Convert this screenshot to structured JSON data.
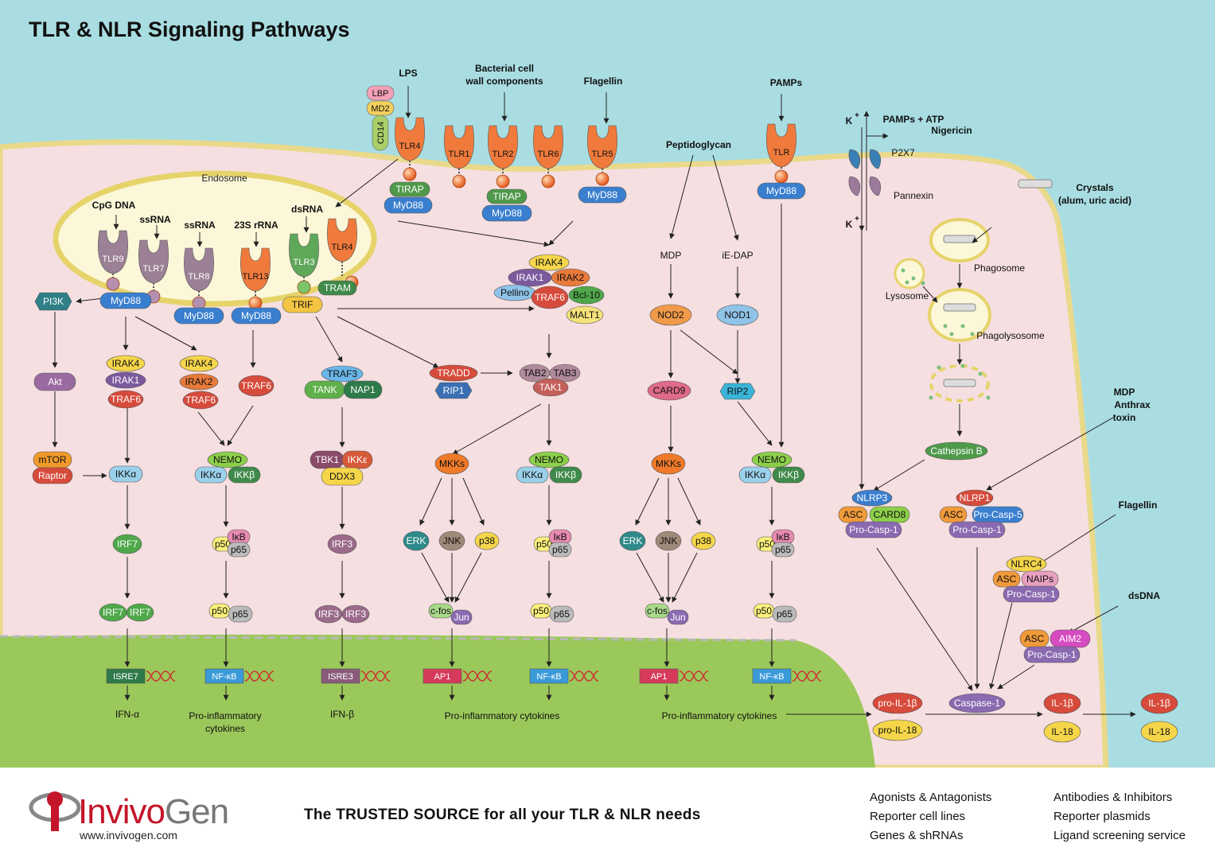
{
  "title": "TLR & NLR Signaling Pathways",
  "colors": {
    "extracellular": "#a9dde2",
    "cytoplasm": "#f6dfe1",
    "nucleus": "#9bc85a",
    "endosome": "#fbf7d8",
    "membrane": "#e9d98a"
  },
  "ligands": {
    "lps": "LPS",
    "bacterial": [
      "Bacterial cell",
      "wall components"
    ],
    "flagellin_top": "Flagellin",
    "pamps": "PAMPs",
    "peptidoglycan": "Peptidoglycan",
    "pamps_atp": "PAMPs + ATP",
    "nigericin": "Nigericin",
    "k_ion": "K",
    "k_plus": "+",
    "p2x7": "P2X7",
    "pannexin": "Pannexin",
    "crystals": [
      "Crystals",
      "(alum, uric acid)"
    ],
    "cpg": "CpG DNA",
    "ssrna": "ssRNA",
    "ssrna2": "ssRNA",
    "rrna": "23S rRNA",
    "dsrna": "dsRNA",
    "mdp_anthrax": [
      "MDP",
      "Anthrax",
      "toxin"
    ],
    "flagellin_right": "Flagellin",
    "dsdna": "dsDNA"
  },
  "organelles": {
    "endosome": "Endosome",
    "phagosome": "Phagosome",
    "lysosome": "Lysosome",
    "phagolysosome": "Phagolysosome"
  },
  "receptors": {
    "tlr4": "TLR4",
    "tlr1": "TLR1",
    "tlr2": "TLR2",
    "tlr6": "TLR6",
    "tlr5": "TLR5",
    "tlr": "TLR",
    "tlr9": "TLR9",
    "tlr7": "TLR7",
    "tlr8": "TLR8",
    "tlr13": "TLR13",
    "tlr3": "TLR3",
    "tlr4e": "TLR4",
    "lbp": "LBP",
    "md2": "MD2",
    "cd14": "CD14"
  },
  "molecules": {
    "tirap1": "TIRAP",
    "myd88_1": "MyD88",
    "tirap2": "TIRAP",
    "myd88_2": "MyD88",
    "myd88_3": "MyD88",
    "myd88_4": "MyD88",
    "myd88_e1": "MyD88",
    "myd88_e2": "MyD88",
    "myd88_e3": "MyD88",
    "tram": "TRAM",
    "trif": "TRIF",
    "pi3k": "PI3K",
    "irak4_c": "IRAK4",
    "irak1_c": "IRAK1",
    "irak2_c": "IRAK2",
    "pellino": "Pellino",
    "traf6_c": "TRAF6",
    "bcl10": "Bcl-10",
    "malt1": "MALT1",
    "akt": "Akt",
    "mtor": "mTOR",
    "raptor": "Raptor",
    "ikka1": "IKKα",
    "irak4_a": "IRAK4",
    "irak1_a": "IRAK1",
    "traf6_a": "TRAF6",
    "irak4_b": "IRAK4",
    "irak2_b": "IRAK2",
    "traf6_b": "TRAF6",
    "traf6_d": "TRAF6",
    "traf3": "TRAF3",
    "tank": "TANK",
    "nap1": "NAP1",
    "tbk1": "TBK1",
    "ikke": "IKKε",
    "ddx3": "DDX3",
    "tradd": "TRADD",
    "rip1": "RIP1",
    "tab2": "TAB2",
    "tab3": "TAB3",
    "tak1": "TAK1",
    "mdp": "MDP",
    "iedap": "iE-DAP",
    "nod2": "NOD2",
    "nod1": "NOD1",
    "card9": "CARD9",
    "rip2": "RIP2",
    "nemo": "NEMO",
    "ikka": "IKKα",
    "ikkb": "IKKβ",
    "mkks": "MKKs",
    "erk": "ERK",
    "jnk": "JNK",
    "p38": "p38",
    "p50": "p50",
    "p65": "p65",
    "ikb": "IκB",
    "cfos": "c-fos",
    "jun": "Jun",
    "irf7": "IRF7",
    "irf3": "IRF3",
    "cathepsin": "Cathepsin B",
    "nlrp3": "NLRP3",
    "asc": "ASC",
    "card8": "CARD8",
    "procasp1": "Pro-Casp-1",
    "nlrp1": "NLRP1",
    "procasp5": "Pro-Casp-5",
    "nlrc4": "NLRC4",
    "naips": "NAIPs",
    "aim2": "AIM2",
    "caspase1": "Caspase-1",
    "proil1b": "pro-IL-1β",
    "proil18": "pro-IL-18",
    "il1b": "IL-1β",
    "il18": "IL-18"
  },
  "genes": {
    "isre7": "ISRE7",
    "nfkb": "NF-κB",
    "isre3": "ISRE3",
    "ap1": "AP1"
  },
  "outputs": {
    "ifna": "IFN-α",
    "proinf1": [
      "Pro-inflammatory",
      "cytokines"
    ],
    "ifnb": "IFN-β",
    "proinf2": "Pro-inflammatory cytokines",
    "proinf3": "Pro-inflammatory cytokines"
  },
  "footer": {
    "logo_invivo": "Invivo",
    "logo_gen": "Gen",
    "url": "www.invivogen.com",
    "tagline": "The TRUSTED SOURCE for all your TLR & NLR needs",
    "services_left": [
      "Agonists & Antagonists",
      "Reporter cell lines",
      "Genes & shRNAs"
    ],
    "services_right": [
      "Antibodies & Inhibitors",
      "Reporter plasmids",
      "Ligand screening service"
    ]
  }
}
